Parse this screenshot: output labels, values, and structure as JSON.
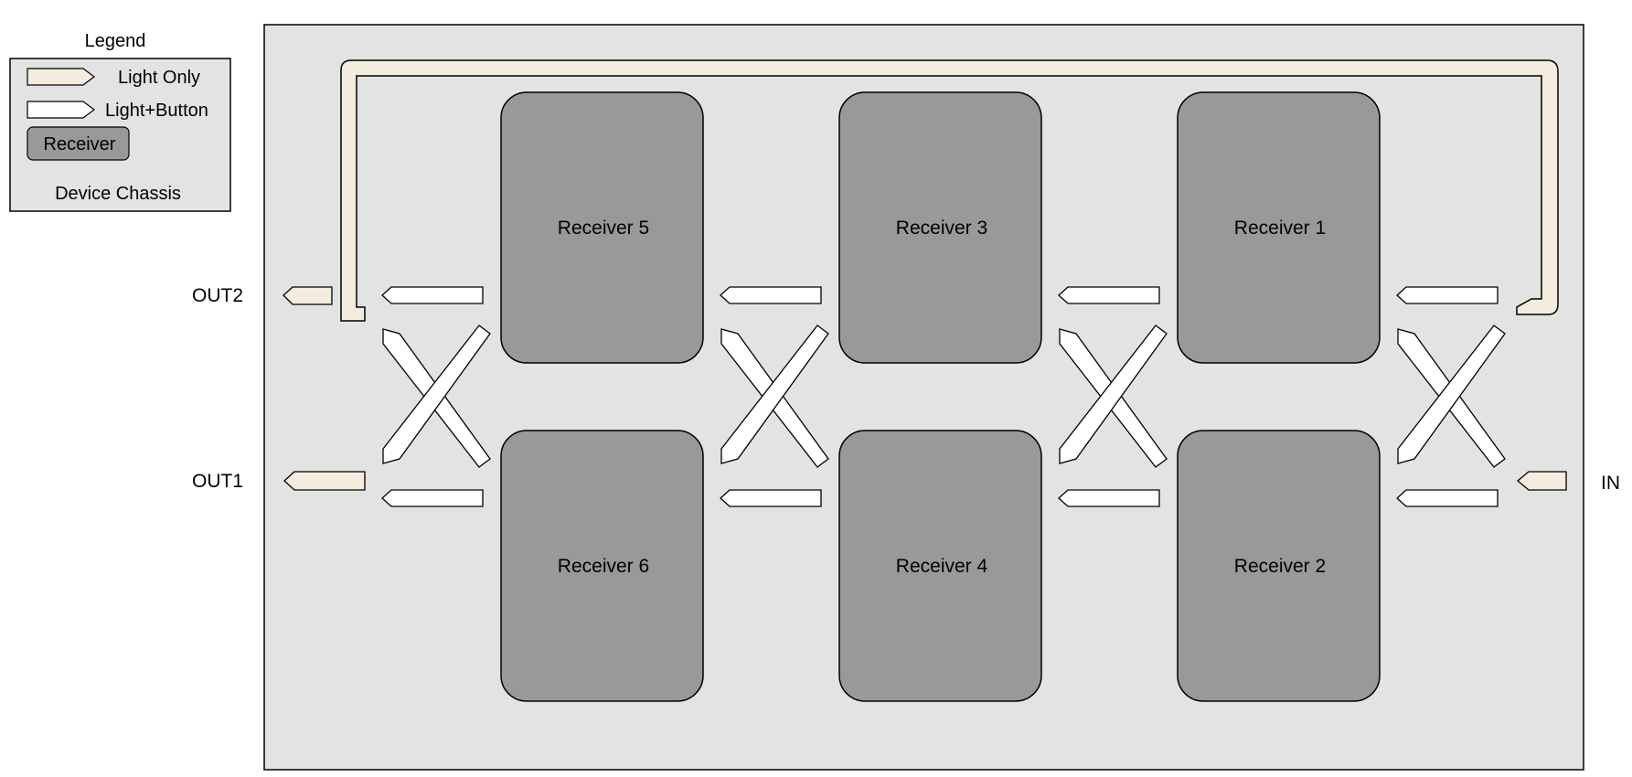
{
  "legend": {
    "title": "Legend",
    "light_only": "Light Only",
    "light_button": "Light+Button",
    "receiver": "Receiver",
    "chassis": "Device Chassis"
  },
  "ports": {
    "out2": "OUT2",
    "out1": "OUT1",
    "in": "IN"
  },
  "receivers": [
    {
      "id": "r5",
      "label": "Receiver 5"
    },
    {
      "id": "r3",
      "label": "Receiver 3"
    },
    {
      "id": "r1",
      "label": "Receiver 1"
    },
    {
      "id": "r6",
      "label": "Receiver 6"
    },
    {
      "id": "r4",
      "label": "Receiver 4"
    },
    {
      "id": "r2",
      "label": "Receiver 2"
    }
  ],
  "colors": {
    "chassis": "#e3e3e3",
    "receiver": "#999999",
    "light_only": "#f4ecdc",
    "light_button": "#ffffff",
    "stroke": "#000000"
  }
}
